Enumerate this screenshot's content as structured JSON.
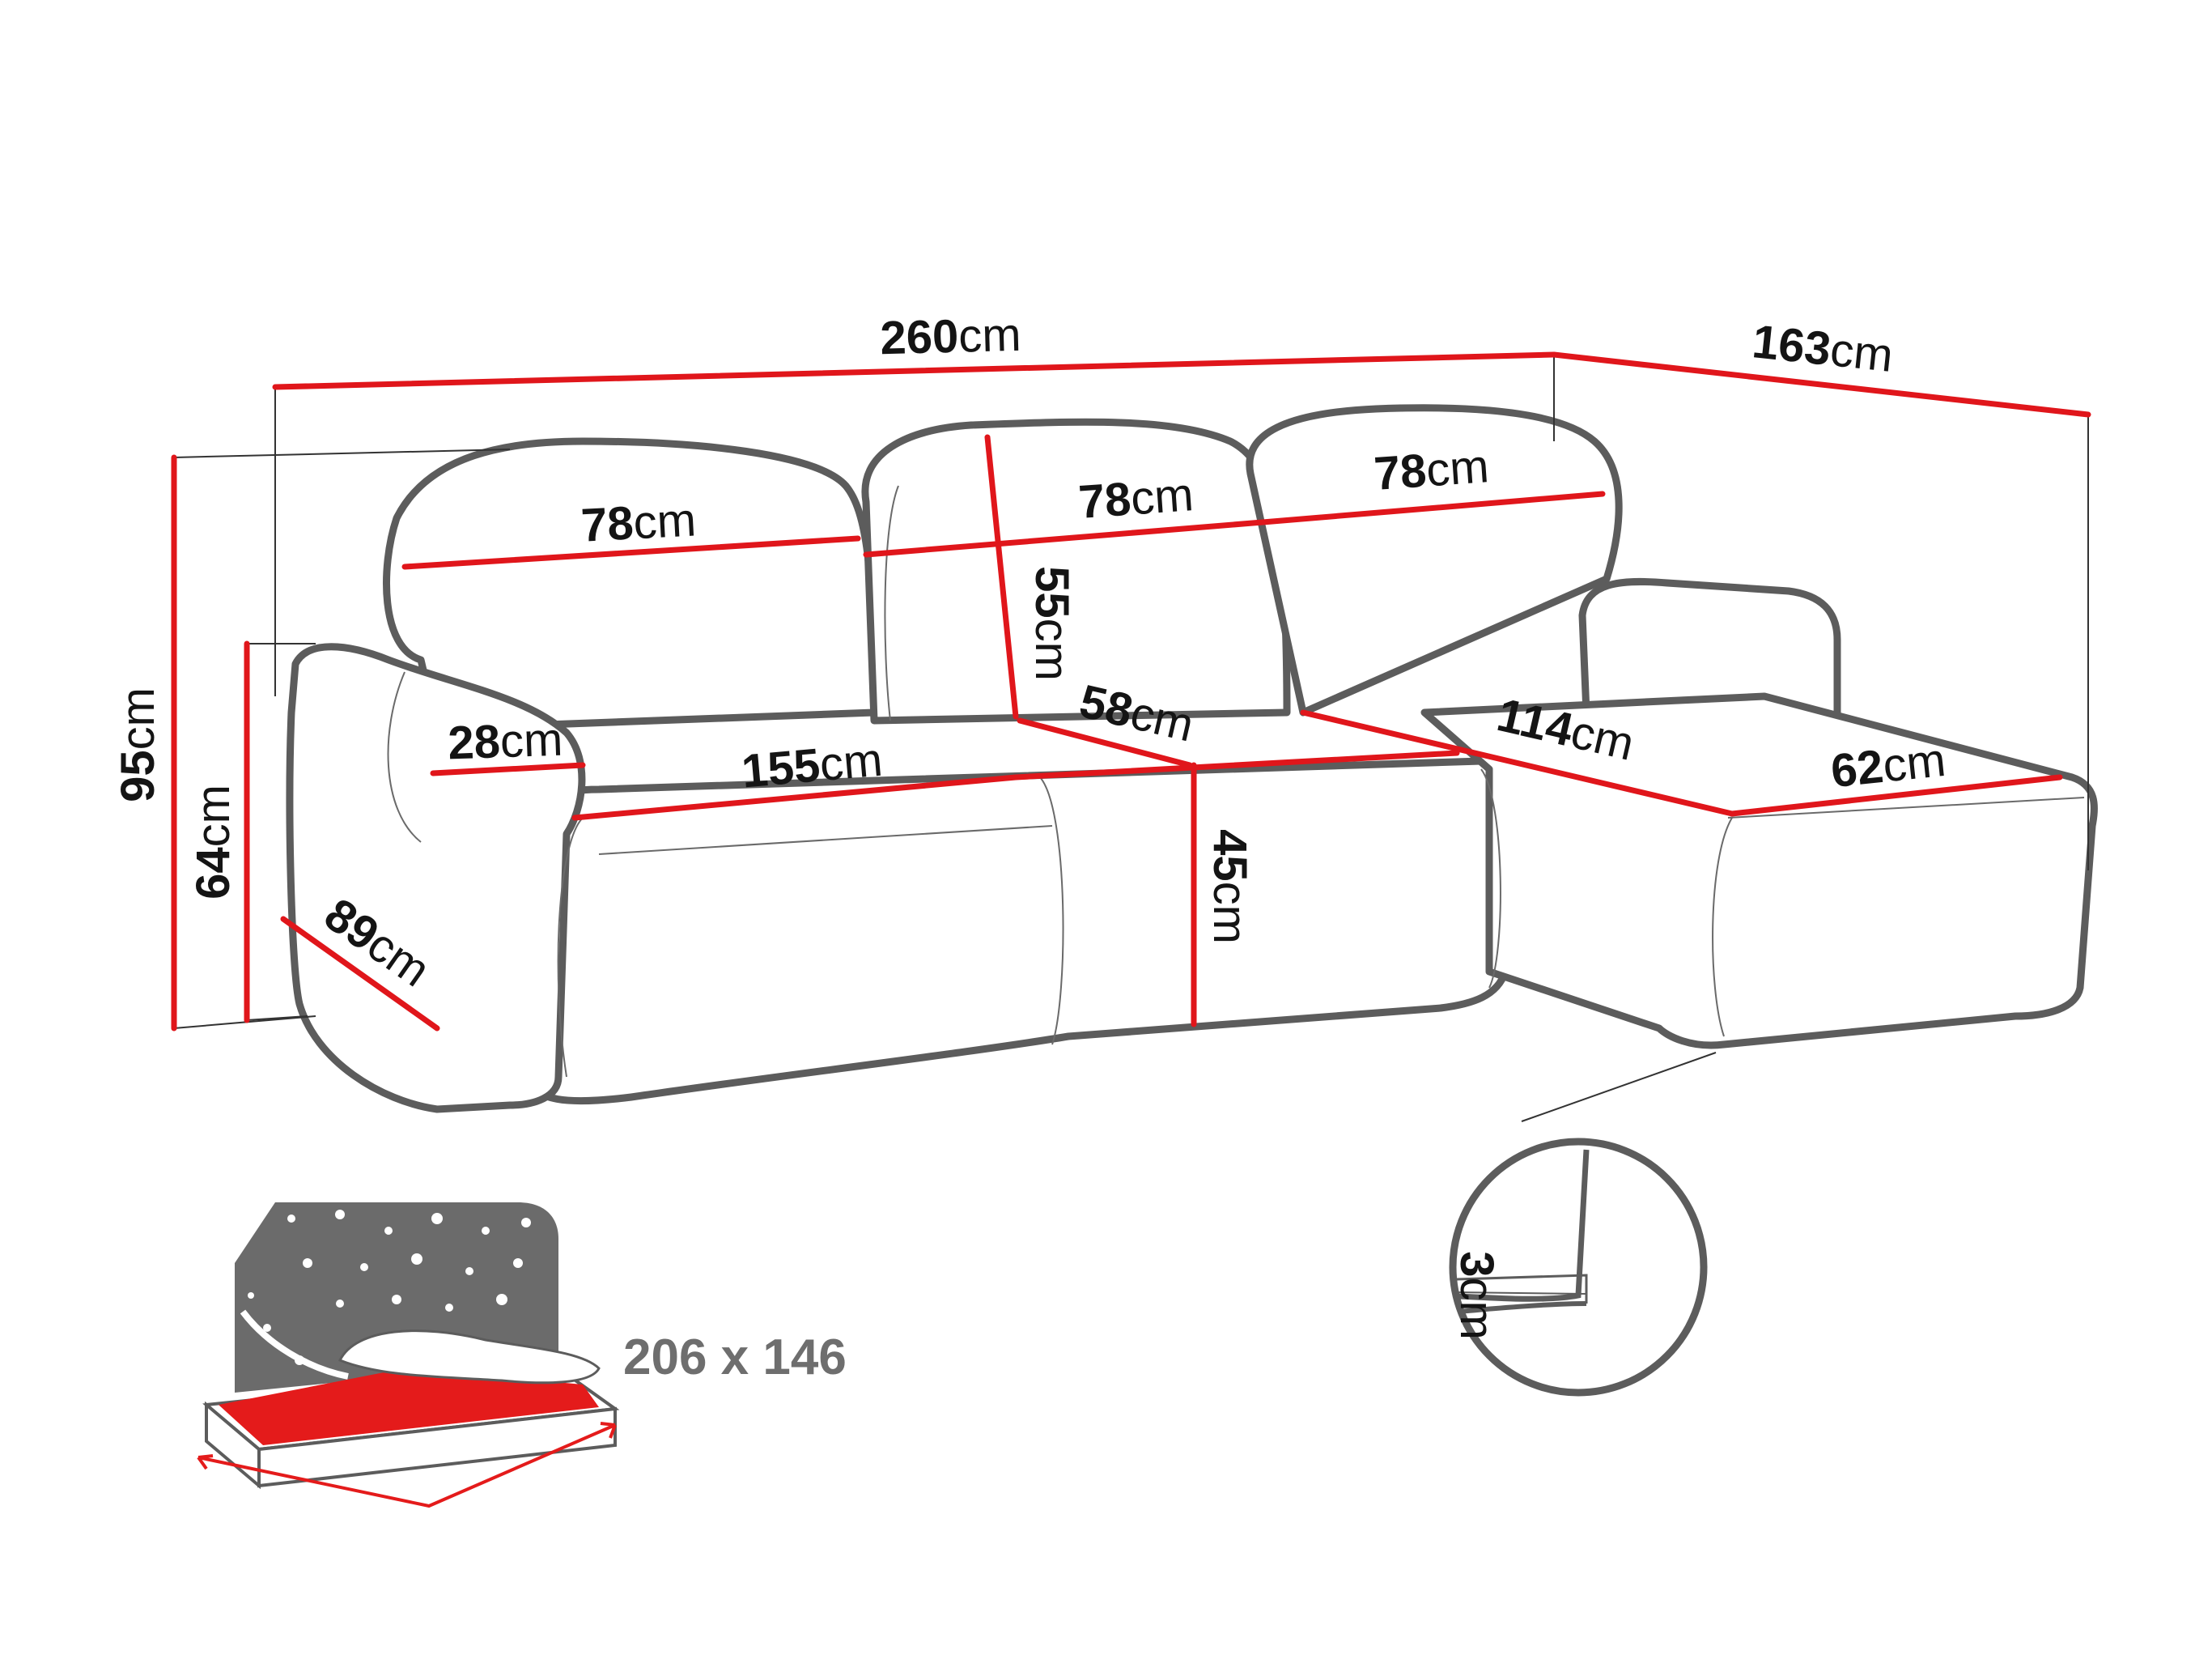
{
  "dimensions": {
    "overall_width": {
      "value": "260",
      "unit": "cm"
    },
    "chaise_depth": {
      "value": "163",
      "unit": "cm"
    },
    "total_height": {
      "value": "95",
      "unit": "cm"
    },
    "armrest_height": {
      "value": "64",
      "unit": "cm"
    },
    "back_cushion_1": {
      "value": "78",
      "unit": "cm"
    },
    "back_cushion_2": {
      "value": "78",
      "unit": "cm"
    },
    "back_cushion_3": {
      "value": "78",
      "unit": "cm"
    },
    "back_height": {
      "value": "55",
      "unit": "cm"
    },
    "armrest_width": {
      "value": "28",
      "unit": "cm"
    },
    "seat_width": {
      "value": "155",
      "unit": "cm"
    },
    "seat_depth": {
      "value": "58",
      "unit": "cm"
    },
    "chaise_length": {
      "value": "114",
      "unit": "cm"
    },
    "chaise_width": {
      "value": "62",
      "unit": "cm"
    },
    "seat_height": {
      "value": "45",
      "unit": "cm"
    },
    "side_depth": {
      "value": "89",
      "unit": "cm"
    },
    "leg_height": {
      "value": "3",
      "unit": "cm"
    }
  },
  "sleeping_area": {
    "label": "206 x 146"
  },
  "colors": {
    "dimension_line": "#e0161b",
    "outline": "#5a5a5a",
    "helper_line": "#333333",
    "bed_backdrop": "#6b6b6b",
    "bed_mattress": "#e41b1b",
    "bed_label": "#6e6e6e"
  },
  "icons": [
    "sleep-function-icon",
    "leg-detail-magnifier"
  ]
}
